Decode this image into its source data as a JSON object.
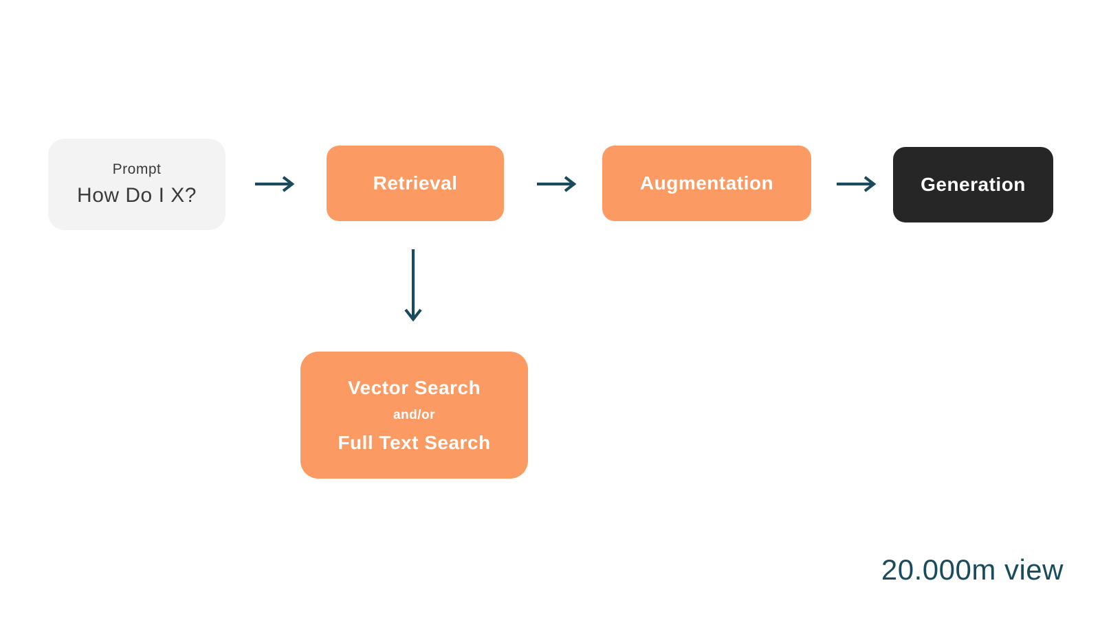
{
  "palette": {
    "background": "#ffffff",
    "orange": "#FB9B63",
    "dark": "#262626",
    "light-gray": "#F3F3F3",
    "teal": "#1A4B5C",
    "text-dark": "#3A3A3A",
    "white-text": "#FFFFFF"
  },
  "diagram": {
    "prompt_box": {
      "label": "Prompt",
      "question": "How Do I X?"
    },
    "stages": [
      {
        "label": "Retrieval"
      },
      {
        "label": "Augmentation"
      },
      {
        "label": "Generation"
      }
    ],
    "search_box": {
      "line1": "Vector Search",
      "line2": "and/or",
      "line3": "Full Text Search"
    },
    "caption": "20.000m view"
  }
}
